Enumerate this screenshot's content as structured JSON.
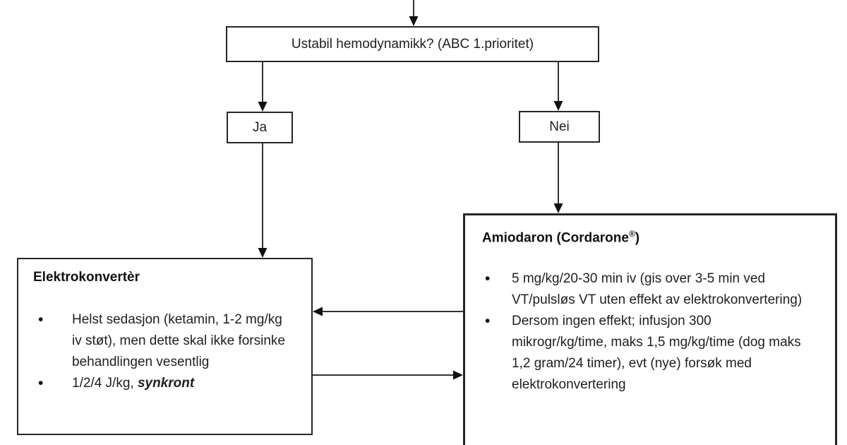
{
  "diagram": {
    "background_color": "#ffffff",
    "line_color": "#333333",
    "arrowhead_color": "#111111",
    "border_color": "#262626",
    "question_box": {
      "label": "Ustabil hemodynamikk? (ABC 1.prioritet)"
    },
    "yes_box": {
      "label": "Ja"
    },
    "no_box": {
      "label": "Nei"
    },
    "electro_box": {
      "title": "Elektrokonvertèr",
      "bullet1": "Helst sedasjon (ketamin, 1-2 mg/kg iv støt), men dette skal ikke forsinke behandlingen vesentlig",
      "bullet2_prefix": "1/2/4 J/kg, ",
      "bullet2_emphasis": "synkront"
    },
    "amiodarone_box": {
      "title_prefix": "Amiodaron (Cordarone",
      "title_reg_mark": "®",
      "title_suffix": ")",
      "bullet1": "5 mg/kg/20-30 min iv (gis over 3-5 min ved VT/pulsløs VT uten effekt av elektrokonvertering)",
      "bullet2": "Dersom ingen effekt; infusjon 300 mikrogr/kg/time, maks 1,5 mg/kg/time (dog maks 1,2 gram/24 timer), evt (nye) forsøk med elektrokonvertering"
    },
    "edges": [
      {
        "from": "offscreen-top",
        "to": "question_box"
      },
      {
        "from": "question_box",
        "to": "yes_box"
      },
      {
        "from": "question_box",
        "to": "no_box"
      },
      {
        "from": "yes_box",
        "to": "electro_box"
      },
      {
        "from": "no_box",
        "to": "amiodarone_box"
      },
      {
        "from": "amiodarone_box",
        "to": "electro_box"
      },
      {
        "from": "electro_box",
        "to": "amiodarone_box"
      }
    ]
  }
}
